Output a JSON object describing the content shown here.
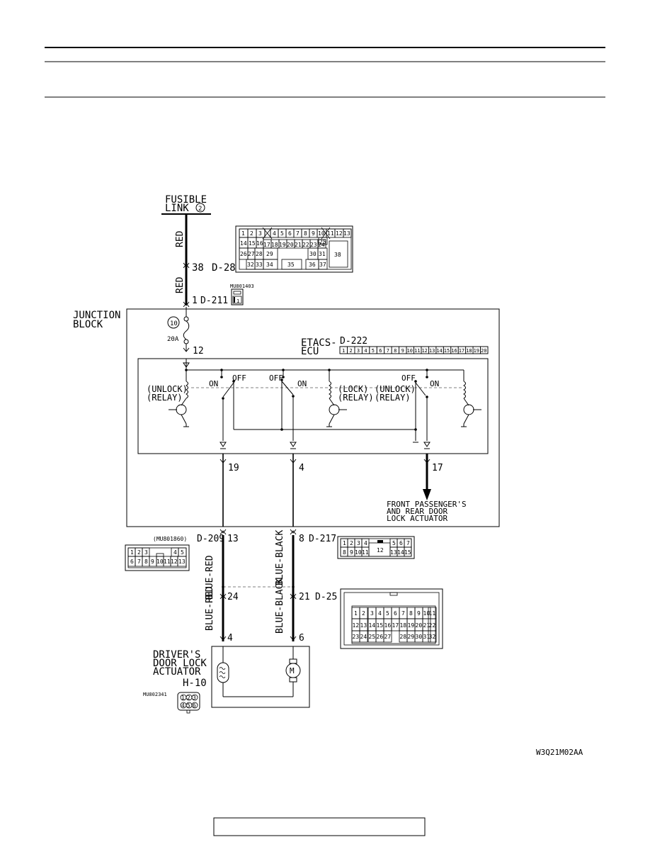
{
  "fusible_link": {
    "title": "FUSIBLE",
    "title2": "LINK",
    "number": "2"
  },
  "wires": {
    "red_upper": "RED",
    "red_lower": "RED",
    "blue_red_upper": "BLUE-RED",
    "blue_black_upper": "BLUE-BLACK",
    "blue_red_lower": "BLUE-RED",
    "blue_black_lower": "BLUE-BLACK"
  },
  "connectors": {
    "d28": {
      "pin": "38",
      "id": "D-28"
    },
    "d211": {
      "pin": "1",
      "id": "D-211",
      "part": "MU801403"
    },
    "d222": {
      "id": "D-222"
    },
    "d209": {
      "pin": "13",
      "id": "D-209",
      "part": "(MU801860)"
    },
    "d217": {
      "pin": "8",
      "id": "D-217"
    },
    "d25": {
      "pin_left": "24",
      "pin_right": "21",
      "id": "D-25"
    },
    "h10": {
      "id": "H-10",
      "part": "MU802341"
    }
  },
  "junction_block": {
    "label1": "JUNCTION",
    "label2": "BLOCK",
    "fuse_number": "10",
    "fuse_rating": "20A",
    "terminal": "12"
  },
  "etacs": {
    "label1": "ETACS-",
    "label2": "ECU"
  },
  "relays": {
    "unlock_left": {
      "l1": "UNLOCK",
      "l2": "RELAY"
    },
    "lock": {
      "l1": "LOCK",
      "l2": "RELAY"
    },
    "unlock_right": {
      "l1": "UNLOCK",
      "l2": "RELAY"
    }
  },
  "switches": {
    "on1": "ON",
    "off1": "OFF",
    "off2": "OFF",
    "on2": "ON",
    "off3": "OFF",
    "on3": "ON"
  },
  "terminals": {
    "t19": "19",
    "t4": "4",
    "t17": "17"
  },
  "front_passenger": {
    "l1": "FRONT PASSENGER'S",
    "l2": "AND REAR DOOR",
    "l3": "LOCK ACTUATOR"
  },
  "driver_actuator": {
    "l1": "DRIVER'S",
    "l2": "DOOR LOCK",
    "l3": "ACTUATOR",
    "pin_left": "4",
    "pin_right": "6"
  },
  "figure_code": "W3Q21M02AA",
  "page_box": ""
}
